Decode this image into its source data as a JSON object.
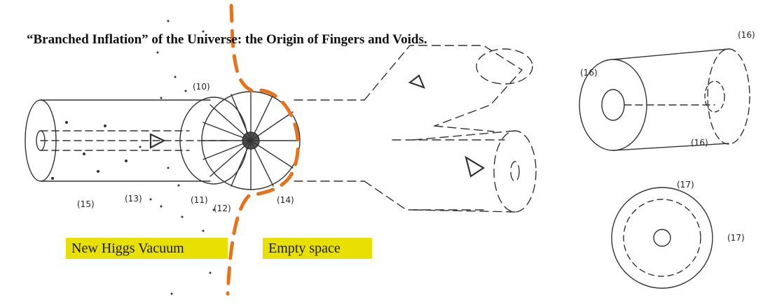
{
  "title": "“Branched Inflation” of the Universe: the Origin of Fingers and Voids.",
  "labels": {
    "new_higgs_vacuum": "New Higgs Vacuum",
    "empty_space": "Empty space"
  },
  "annotations": {
    "n10": "(10)",
    "n11": "(11)",
    "n12": "(12)",
    "n13": "(13)",
    "n14": "(14)",
    "n15": "(15)",
    "n16a": "(16)",
    "n16b": "(16)",
    "n16c": "(16)",
    "n17a": "(17)",
    "n17b": "(17)"
  },
  "colors": {
    "boundary": "#e8721c",
    "highlight": "#e8e000",
    "ink": "#222222"
  }
}
